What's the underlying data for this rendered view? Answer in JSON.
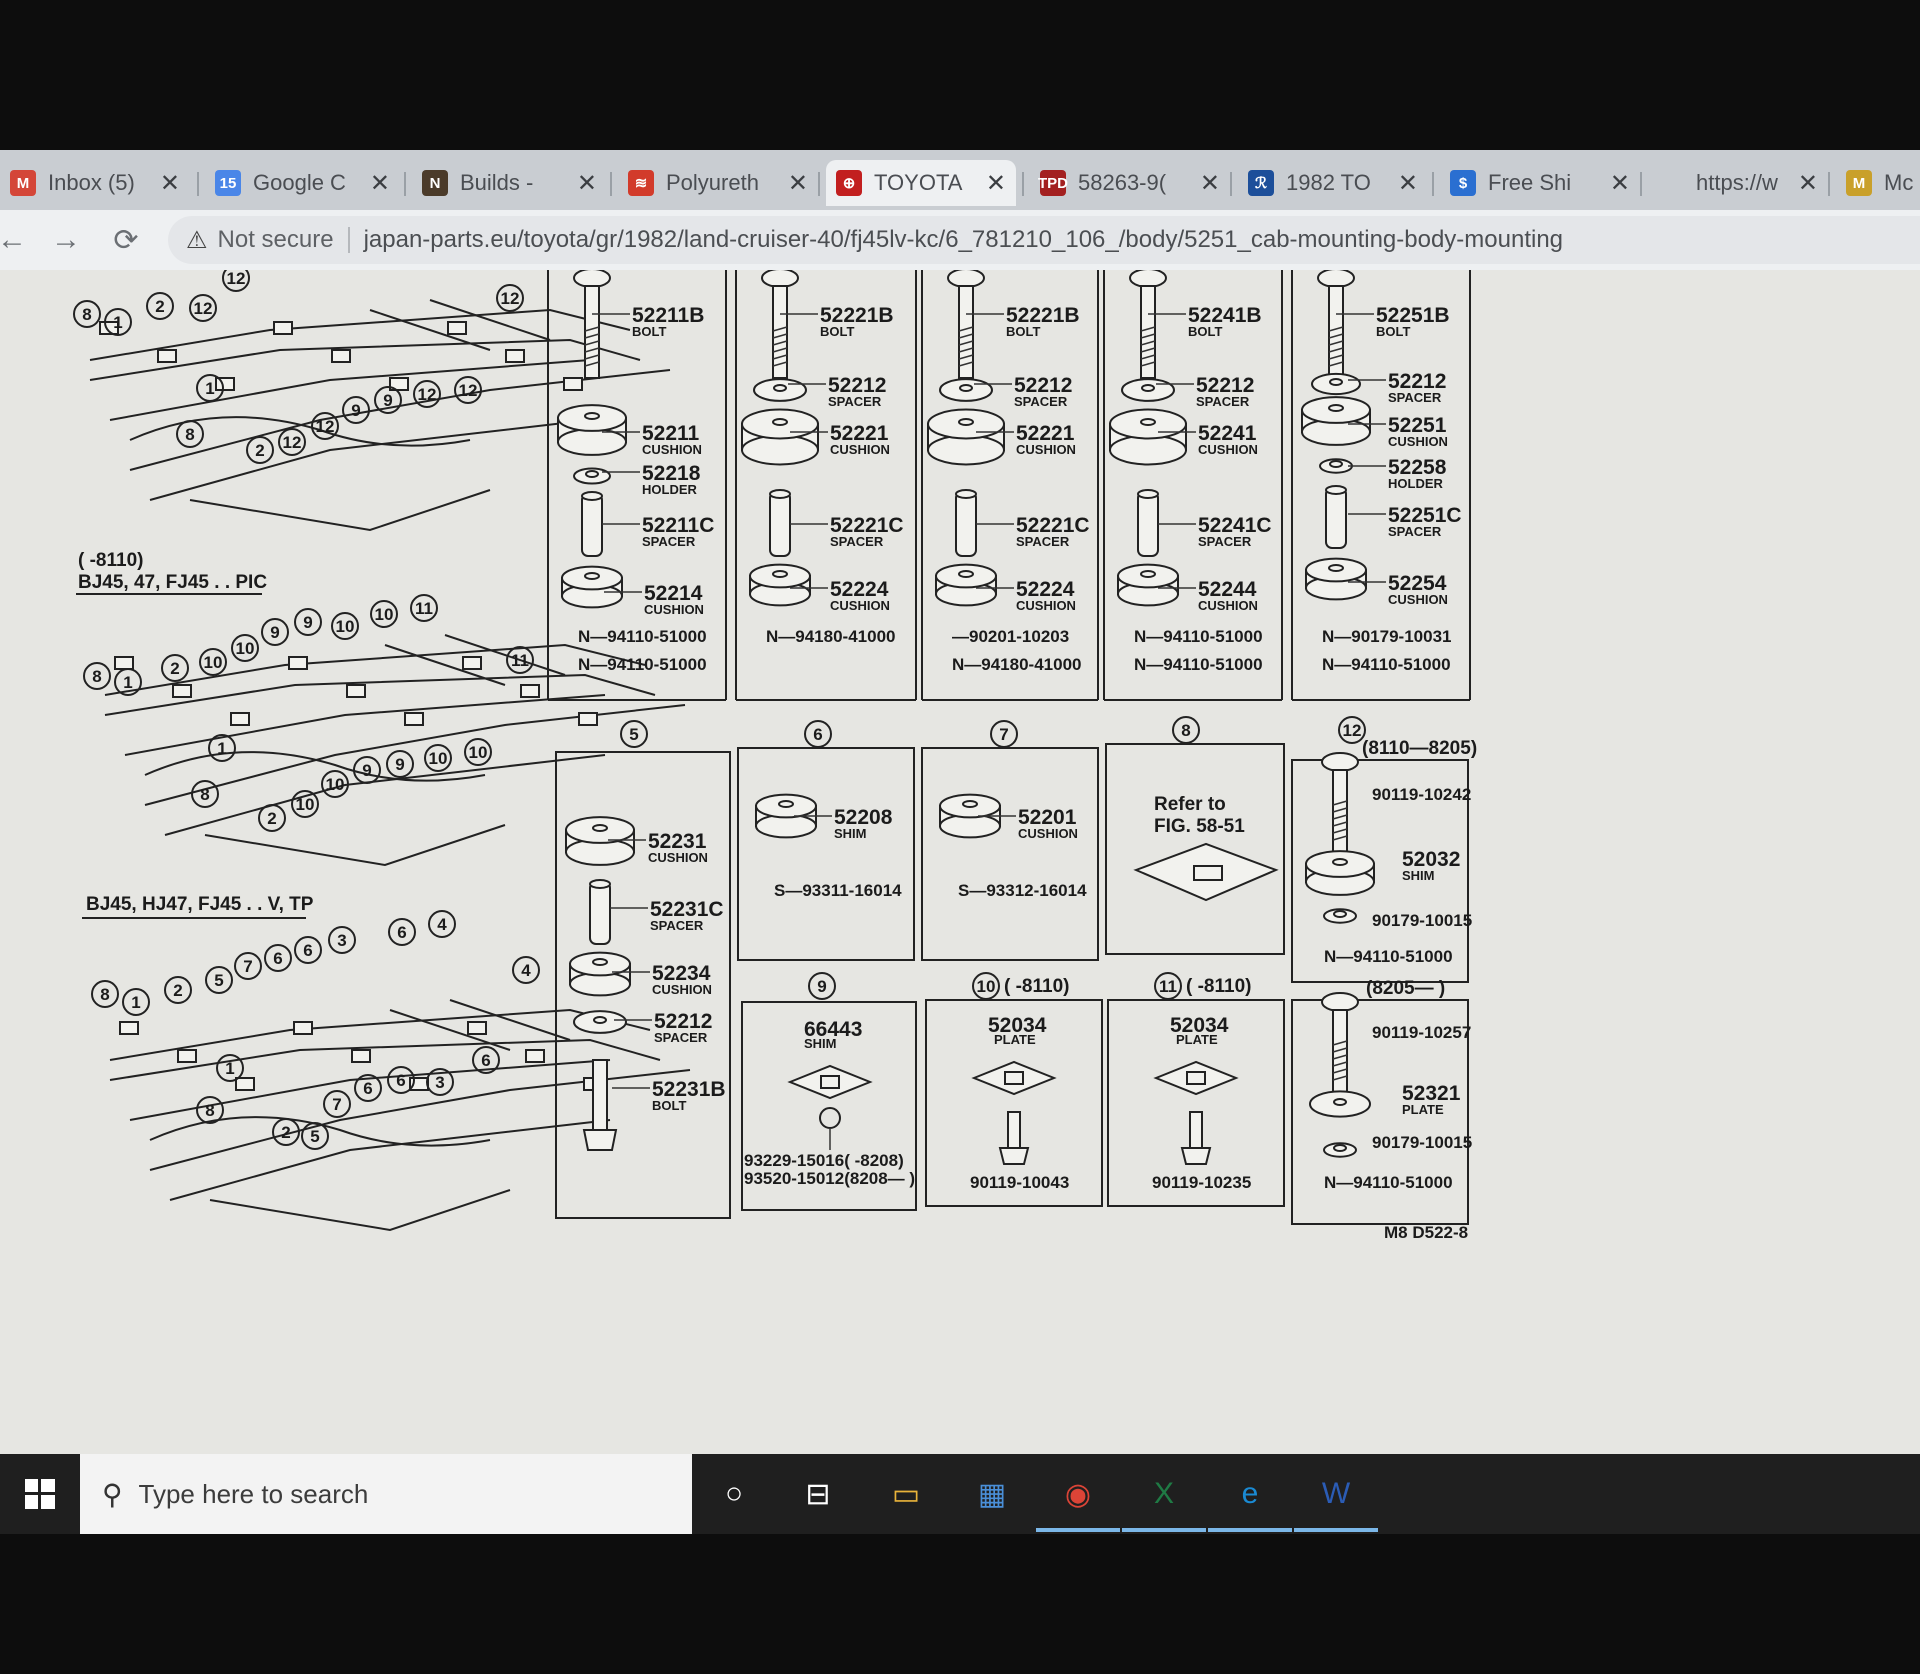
{
  "browser": {
    "tabs": [
      {
        "icon": "gmail-icon",
        "glyph": "M",
        "color": "#d44638",
        "title": "Inbox (5)"
      },
      {
        "icon": "google-calendar-icon",
        "glyph": "15",
        "color": "#4a86e8",
        "title": "Google C"
      },
      {
        "icon": "builds-icon",
        "glyph": "N",
        "color": "#4b3b2a",
        "title": "Builds -"
      },
      {
        "icon": "polyurethane-icon",
        "glyph": "≋",
        "color": "#d23b2b",
        "title": "Polyureth"
      },
      {
        "icon": "toyota-icon",
        "glyph": "⊕",
        "color": "#c21f1f",
        "title": "TOYOTA"
      },
      {
        "icon": "tpd-icon",
        "glyph": "TPD",
        "color": "#a32020",
        "title": "58263-9("
      },
      {
        "icon": "partsouq-icon",
        "glyph": "ℛ",
        "color": "#1d4f9a",
        "title": "1982 TO"
      },
      {
        "icon": "free-ship-icon",
        "glyph": "$",
        "color": "#2a6fd1",
        "title": "Free Shi"
      },
      {
        "icon": "page-icon",
        "glyph": "",
        "color": "#c9cdd2",
        "title": "https://w"
      },
      {
        "icon": "mc-icon",
        "glyph": "M",
        "color": "#c9a02a",
        "title": "Mc"
      }
    ],
    "active_tab": 4,
    "not_secure_label": "Not secure",
    "url": "japan-parts.eu/toyota/gr/1982/land-cruiser-40/fj45lv-kc/6_781210_106_/body/5251_cab-mounting-body-mounting"
  },
  "diagram": {
    "frame_labels": {
      "pic_header": "(     -8110)",
      "pic_models": "BJ45, 47, FJ45 . . PIC",
      "tp_models": "BJ45, HJ47, FJ45 . . V, TP"
    },
    "top_columns": [
      {
        "parts": [
          [
            "52211B",
            "BOLT"
          ],
          [
            "52211",
            "CUSHION"
          ],
          [
            "52218",
            "HOLDER"
          ],
          [
            "52211C",
            "SPACER"
          ],
          [
            "52214",
            "CUSHION"
          ]
        ],
        "refs": [
          "N—94110-51000",
          "N—94110-51000"
        ]
      },
      {
        "parts": [
          [
            "52221B",
            "BOLT"
          ],
          [
            "52212",
            "SPACER"
          ],
          [
            "52221",
            "CUSHION"
          ],
          [
            "52221C",
            "SPACER"
          ],
          [
            "52224",
            "CUSHION"
          ]
        ],
        "refs": [
          "N—94180-41000"
        ]
      },
      {
        "parts": [
          [
            "52221B",
            "BOLT"
          ],
          [
            "52212",
            "SPACER"
          ],
          [
            "52221",
            "CUSHION"
          ],
          [
            "52221C",
            "SPACER"
          ],
          [
            "52224",
            "CUSHION"
          ]
        ],
        "refs": [
          "—90201-10203",
          "N—94180-41000"
        ]
      },
      {
        "parts": [
          [
            "52241B",
            "BOLT"
          ],
          [
            "52212",
            "SPACER"
          ],
          [
            "52241",
            "CUSHION"
          ],
          [
            "52241C",
            "SPACER"
          ],
          [
            "52244",
            "CUSHION"
          ]
        ],
        "refs": [
          "N—94110-51000",
          "N—94110-51000"
        ]
      },
      {
        "parts": [
          [
            "52251B",
            "BOLT"
          ],
          [
            "52212",
            "SPACER"
          ],
          [
            "52251",
            "CUSHION"
          ],
          [
            "52258",
            "HOLDER"
          ],
          [
            "52251C",
            "SPACER"
          ],
          [
            "52254",
            "CUSHION"
          ]
        ],
        "refs": [
          "N—90179-10031",
          "N—94110-51000"
        ]
      }
    ],
    "box5": {
      "num": "5",
      "parts": [
        [
          "52231",
          "CUSHION"
        ],
        [
          "52231C",
          "SPACER"
        ],
        [
          "52234",
          "CUSHION"
        ],
        [
          "52212",
          "SPACER"
        ],
        [
          "52231B",
          "BOLT"
        ]
      ]
    },
    "box6": {
      "num": "6",
      "part": [
        "52208",
        "SHIM"
      ],
      "ref": "S—93311-16014"
    },
    "box7": {
      "num": "7",
      "part": [
        "52201",
        "CUSHION"
      ],
      "ref": "S—93312-16014"
    },
    "box8": {
      "num": "8",
      "line1": "Refer to",
      "line2": "FIG. 58-51"
    },
    "box12": {
      "num": "12",
      "range_a": "(8110—8205)",
      "refs_a": [
        "90119-10242",
        "52032",
        "SHIM",
        "90179-10015",
        "N—94110-51000"
      ],
      "range_b": "(8205—      )",
      "refs_b": [
        "90119-10257",
        "52321",
        "PLATE",
        "90179-10015",
        "N—94110-51000"
      ]
    },
    "box9": {
      "num": "9",
      "part": [
        "66443",
        "SHIM"
      ],
      "ref1": "93229-15016(        -8208)",
      "ref2": "93520-15012(8208—         )"
    },
    "box10": {
      "num": "10",
      "range": "(        -8110)",
      "part": [
        "52034",
        "PLATE"
      ],
      "ref": "90119-10043"
    },
    "box11": {
      "num": "11",
      "range": "(        -8110)",
      "part": [
        "52034",
        "PLATE"
      ],
      "ref": "90119-10235"
    },
    "figure_code": "M8  D522-8"
  },
  "taskbar": {
    "search_placeholder": "Type here to search",
    "apps": [
      "cortana-icon",
      "task-view-icon",
      "file-explorer-icon",
      "store-icon",
      "chrome-icon",
      "excel-icon",
      "edge-icon",
      "word-icon"
    ]
  }
}
